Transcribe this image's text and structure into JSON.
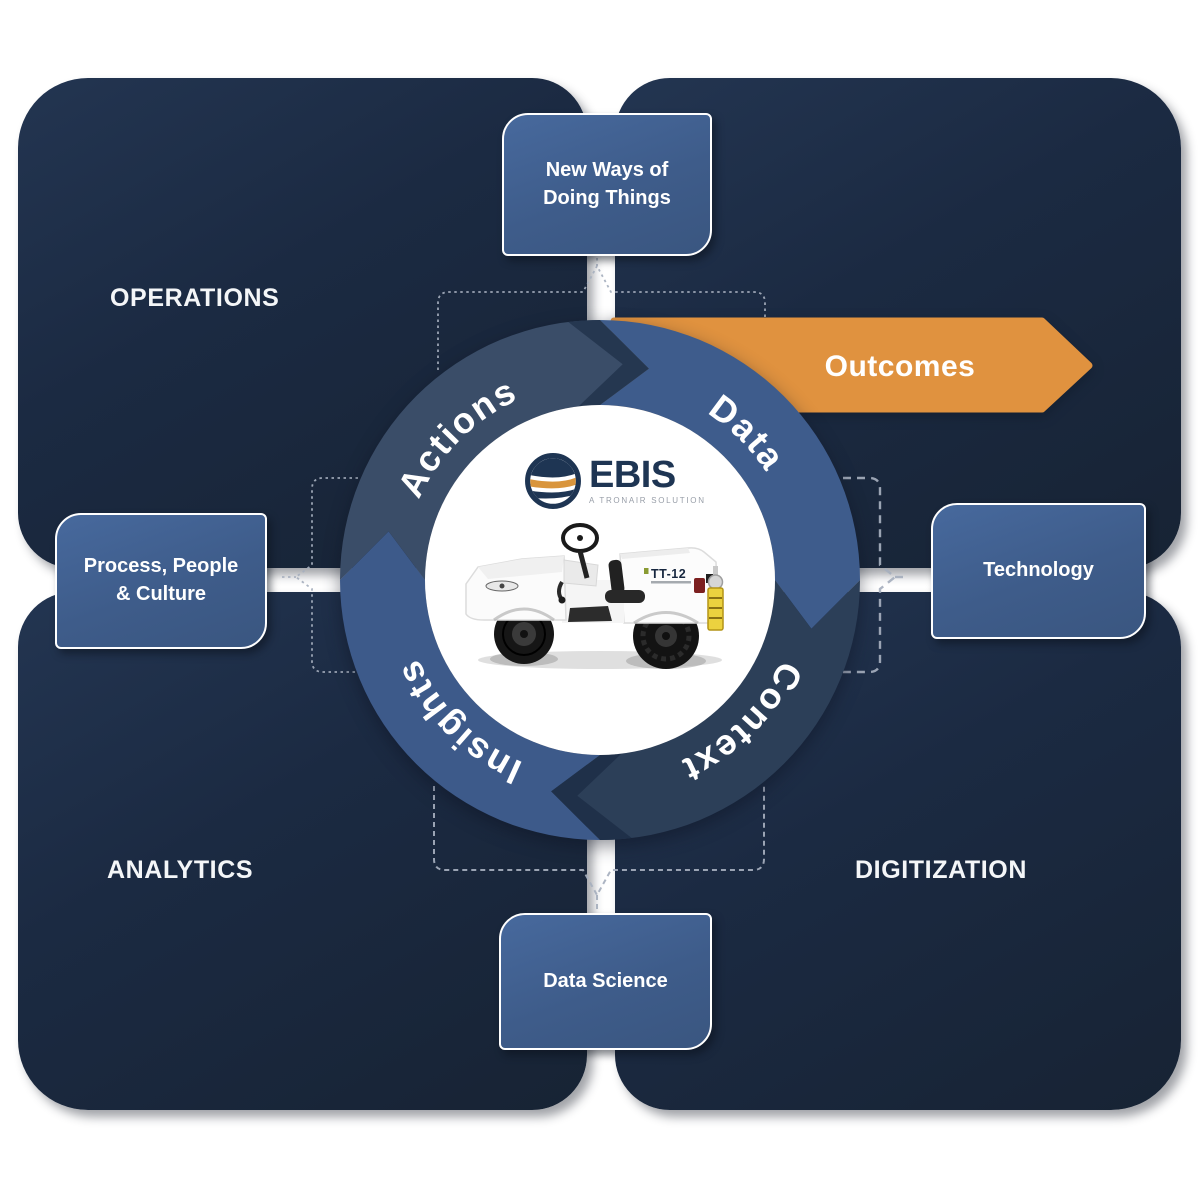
{
  "quadrants": {
    "operations": "OPERATIONS",
    "analytics": "ANALYTICS",
    "digitization": "DIGITIZATION"
  },
  "boxes": {
    "top": {
      "line1": "New Ways of",
      "line2": "Doing Things"
    },
    "left": {
      "line1": "Process, People",
      "line2": "& Culture"
    },
    "right": {
      "line1": "Technology"
    },
    "bottom": {
      "line1": "Data Science"
    }
  },
  "ring": {
    "top_left": "Actions",
    "top_right": "Data",
    "bottom_right": "Context",
    "bottom_left": "Insights"
  },
  "arrow": {
    "label": "Outcomes"
  },
  "center": {
    "brand": "EBIS",
    "brand_subtitle": "A TRONAIR SOLUTION",
    "vehicle_model": "TT-12"
  },
  "colors": {
    "panel_navy": "#1B2A42",
    "connector_blue": "#3E5C8A",
    "ring_blue": "#3E5C8C",
    "ring_slate": "#3A4D68",
    "ring_slate_dark": "#2C3F58",
    "accent_orange": "#E0923F",
    "brand_navy": "#1E3553",
    "brand_orange": "#D9953C"
  }
}
